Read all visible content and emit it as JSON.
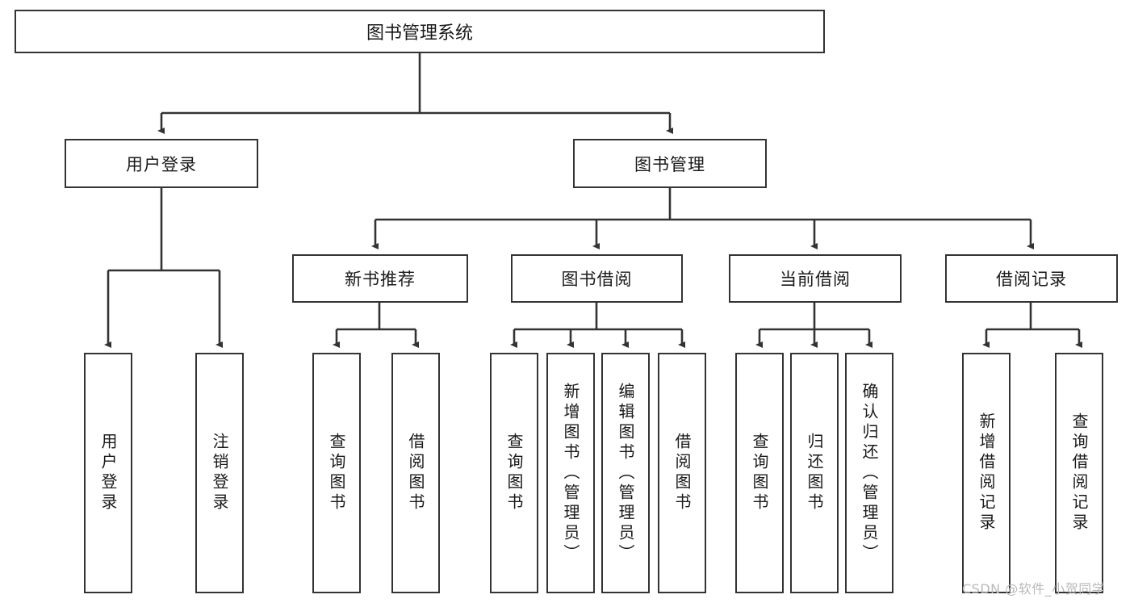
{
  "diagram": {
    "title": "图书管理系统",
    "type": "tree-hierarchy-diagram",
    "root": {
      "label": "图书管理系统"
    },
    "level2": [
      {
        "label": "用户登录"
      },
      {
        "label": "图书管理"
      }
    ],
    "level3": [
      {
        "label": "新书推荐"
      },
      {
        "label": "图书借阅"
      },
      {
        "label": "当前借阅"
      },
      {
        "label": "借阅记录"
      }
    ],
    "leaves": {
      "user_login": [
        {
          "label": "用户登录"
        },
        {
          "label": "注销登录"
        }
      ],
      "new_book_recommend": [
        {
          "label": "查询图书"
        },
        {
          "label": "借阅图书"
        }
      ],
      "book_borrow": [
        {
          "label": "查询图书"
        },
        {
          "label": "新增图书（管理员）"
        },
        {
          "label": "编辑图书（管理员）"
        },
        {
          "label": "借阅图书"
        }
      ],
      "current_borrow": [
        {
          "label": "查询图书"
        },
        {
          "label": "归还图书"
        },
        {
          "label": "确认归还（管理员）"
        }
      ],
      "borrow_record": [
        {
          "label": "新增借阅记录"
        },
        {
          "label": "查询借阅记录"
        }
      ]
    }
  },
  "watermark": {
    "text": "CSDN @软件_小贺同学"
  },
  "colors": {
    "stroke": "#333333",
    "background": "#ffffff",
    "text": "#1a1a1a",
    "watermark": "#b9b9b9"
  }
}
